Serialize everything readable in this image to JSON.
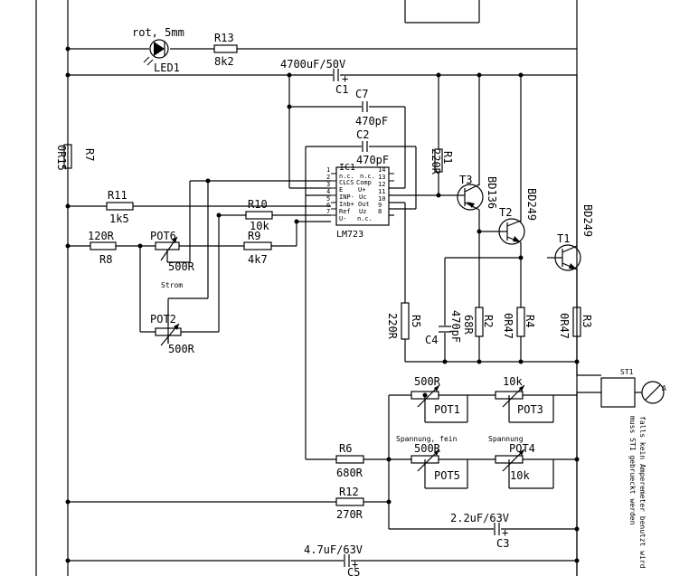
{
  "components": {
    "led1": {
      "ref": "LED1",
      "note": "rot, 5mm"
    },
    "r13": {
      "ref": "R13",
      "value": "8k2"
    },
    "c1": {
      "ref": "C1",
      "value": "4700uF/50V",
      "plus": "+"
    },
    "c7": {
      "ref": "C7",
      "value": "470pF"
    },
    "c2": {
      "ref": "C2",
      "value": "470pF"
    },
    "r7": {
      "ref": "R7",
      "value": "0R15"
    },
    "r1": {
      "ref": "R1",
      "value": "220R"
    },
    "r11": {
      "ref": "R11",
      "value": "1k5"
    },
    "r10": {
      "ref": "R10",
      "value": "10k"
    },
    "r8": {
      "ref": "R8",
      "value": "120R"
    },
    "pot6": {
      "ref": "POT6",
      "value": "500R"
    },
    "r9": {
      "ref": "R9",
      "value": "4k7"
    },
    "strom": "Strom",
    "pot2": {
      "ref": "POT2",
      "value": "500R"
    },
    "t3": {
      "ref": "T3",
      "type": "BD136"
    },
    "t2": {
      "ref": "T2",
      "type": "BD249"
    },
    "t1": {
      "ref": "T1",
      "type": "BD249"
    },
    "r5": {
      "ref": "R5",
      "value": "220R"
    },
    "c4": {
      "ref": "C4",
      "value": "470pF"
    },
    "r2": {
      "ref": "R2",
      "value": "68R"
    },
    "r4": {
      "ref": "R4",
      "value": "0R47"
    },
    "r3": {
      "ref": "R3",
      "value": "0R47"
    },
    "st1": {
      "ref": "ST1",
      "meter": "A"
    },
    "pot1": {
      "ref": "POT1",
      "value": "500R"
    },
    "pot3": {
      "ref": "POT3",
      "value": "10k"
    },
    "spannung_fein": "Spannung, fein",
    "spannung": "Spannung",
    "pot5": {
      "ref": "POT5",
      "value": "500R"
    },
    "pot4": {
      "ref": "POT4",
      "value": "10k"
    },
    "r6": {
      "ref": "R6",
      "value": "680R"
    },
    "r12": {
      "ref": "R12",
      "value": "270R"
    },
    "c3": {
      "ref": "C3",
      "value": "2.2uF/63V",
      "plus": "+"
    },
    "c5": {
      "ref": "C5",
      "value": "4.7uF/63V",
      "plus": "+"
    }
  },
  "ic1": {
    "ref": "IC1",
    "part": "LM723",
    "left_pins": [
      "1",
      "2",
      "3",
      "4",
      "5",
      "6",
      "7"
    ],
    "right_pins": [
      "14",
      "13",
      "12",
      "11",
      "10",
      "9",
      "8"
    ],
    "left_names": [
      "n.c.",
      "CL",
      "CS",
      "E",
      "INP-",
      "Inb+",
      "Ref",
      "U-"
    ],
    "right_names": [
      "n.c.",
      "Comp",
      "U+",
      "Uc",
      "Out",
      "Uz",
      "n.c."
    ]
  },
  "notes": {
    "ammeter_line1": "falls kein Amperemeter benutzt wird",
    "ammeter_line2": "muss ST1 gebrueckt werden"
  }
}
